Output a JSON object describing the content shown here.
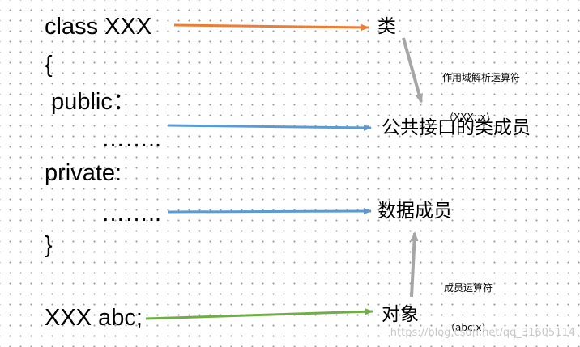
{
  "code": {
    "line1": "class XXX",
    "line2": "{",
    "line3": " public：",
    "line4": "……..",
    "line5": "private:",
    "line6": "……..",
    "line7": "}",
    "line8": "XXX abc;"
  },
  "labels": {
    "class": "类",
    "public_members": "公共接口的类成员",
    "data_members": "数据成员",
    "object": "对象"
  },
  "notes": {
    "scope_operator": "作用域解析运算符",
    "scope_example": "（XXX::x)",
    "member_operator": "成员运算符",
    "member_example": "（abc.x)"
  },
  "watermark": "https://blog.csdn.net/qq_31605114",
  "colors": {
    "orange_arrow": "#ed7d31",
    "blue_arrow": "#5b9bd5",
    "green_arrow": "#70ad47",
    "gray_arrow": "#a6a6a6"
  }
}
